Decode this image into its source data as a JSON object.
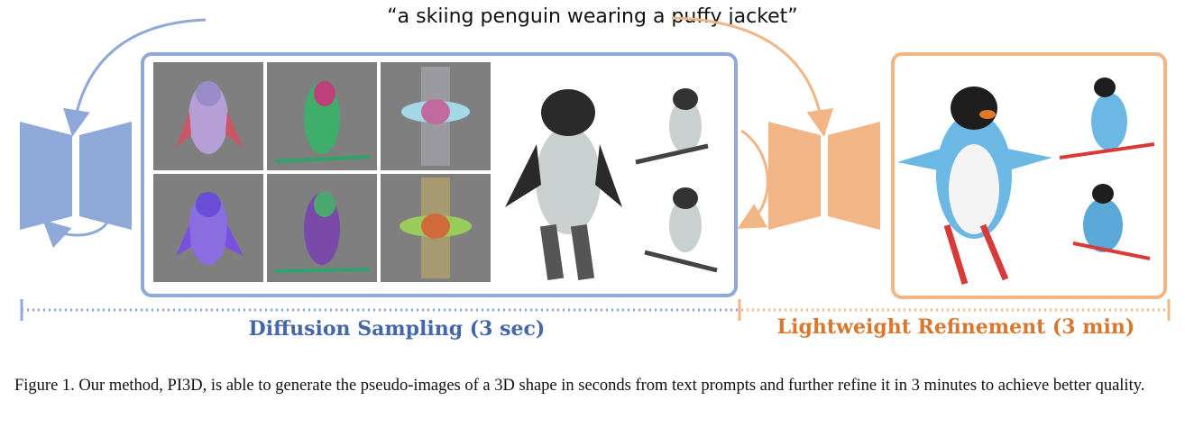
{
  "prompt": "“a skiing penguin wearing a puffy jacket”",
  "labels": {
    "diffusion": "Diffusion Sampling (3 sec)",
    "refinement": "Lightweight Refinement (3 min)"
  },
  "caption": "Figure 1. Our method, PI3D, is able to generate the pseudo-images of a 3D shape in seconds from text prompts and further refine it in 3 minutes to achieve better quality.",
  "colors": {
    "blue": "#8ea9d8",
    "blue_text": "#4466aa",
    "orange": "#f2b585",
    "orange_text": "#d9772f"
  },
  "icons": [
    "blue-hourglass-network-icon",
    "orange-hourglass-network-icon"
  ]
}
